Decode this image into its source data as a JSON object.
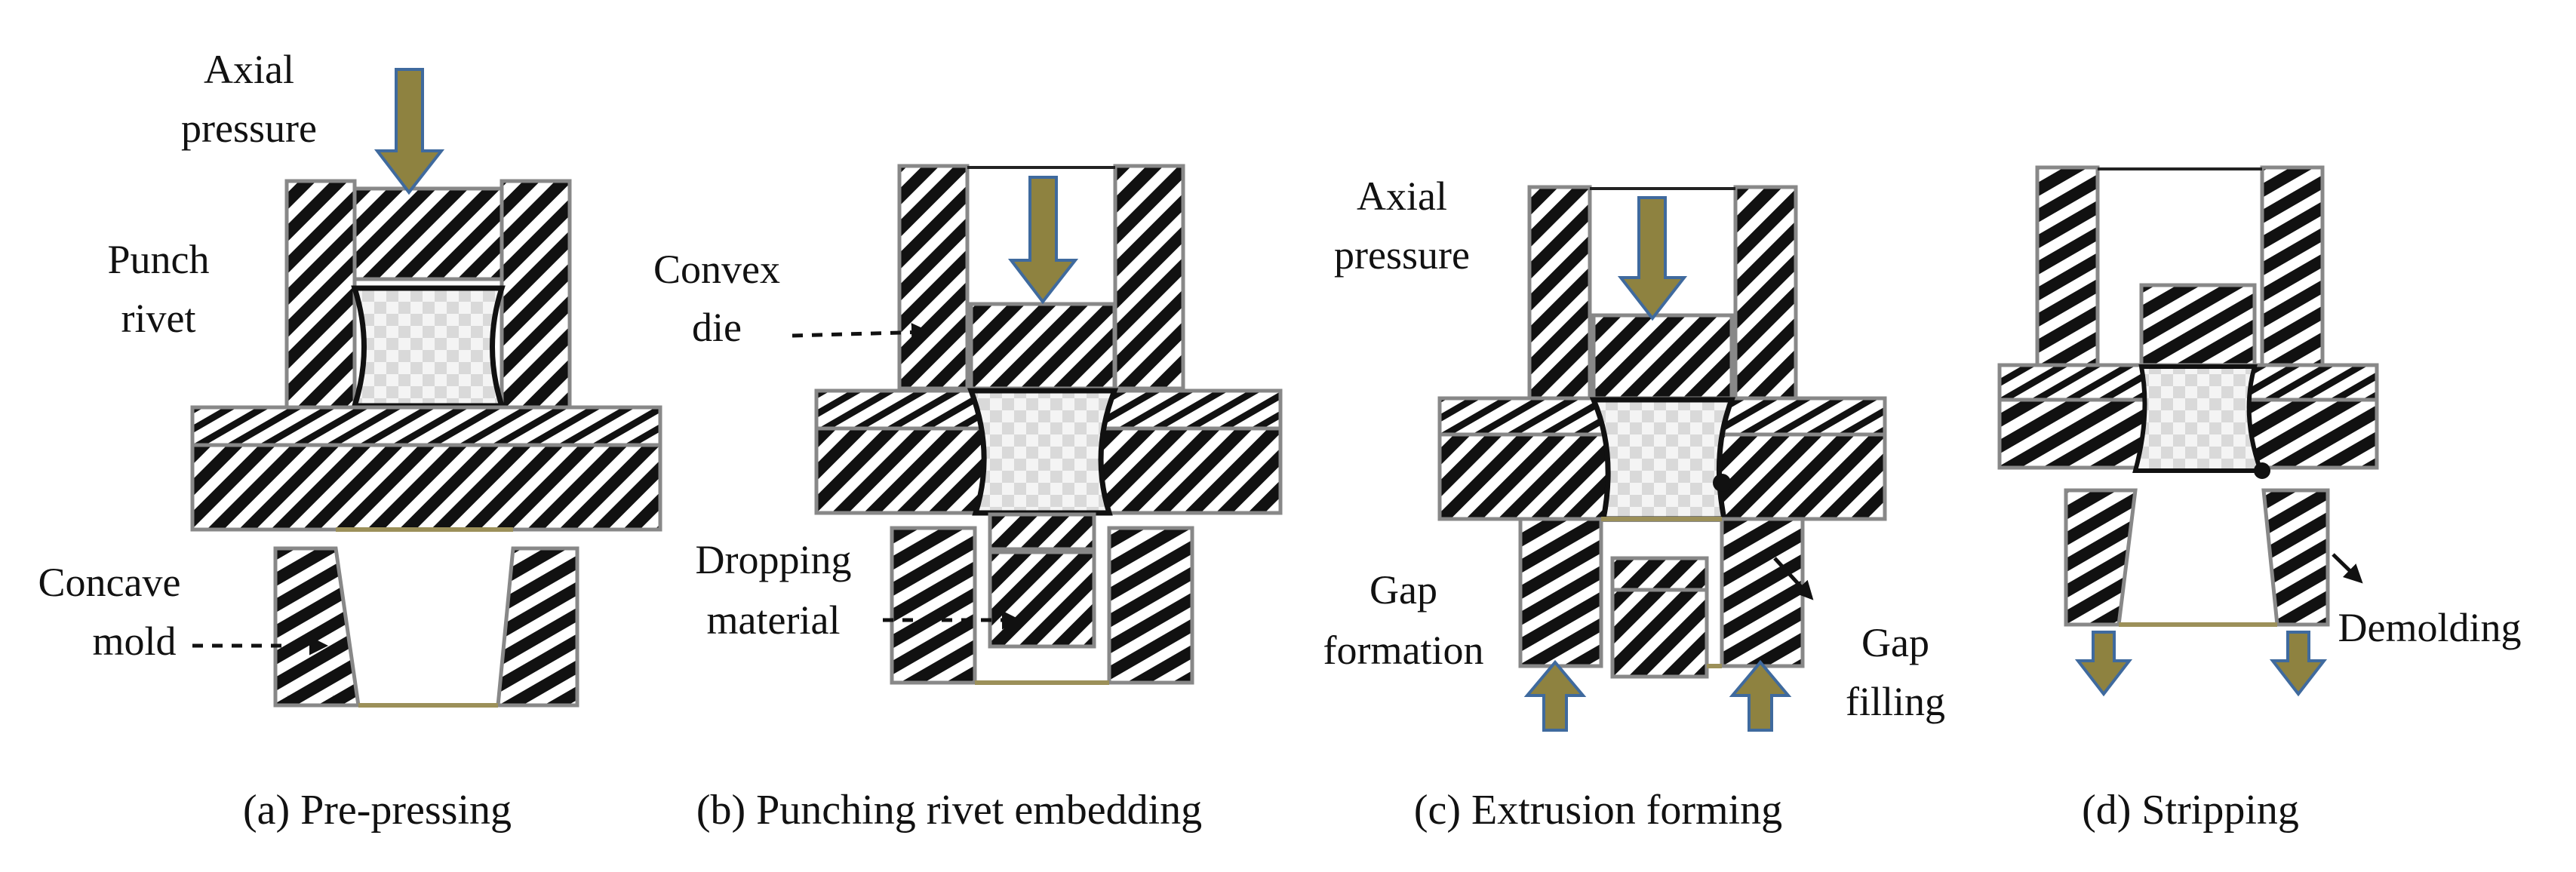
{
  "colors": {
    "arrow_fill": "#8e8240",
    "arrow_stroke": "#3f6a9e",
    "hatch": "#111111",
    "checker": "#d9d9d9",
    "gap_line": "#9c9059"
  },
  "icons": [
    "down-arrow-icon",
    "up-arrow-icon"
  ],
  "panels": [
    {
      "caption": "(a) Pre-pressing",
      "labels": {
        "axial_l1": "Axial",
        "axial_l2": "pressure",
        "punch_l1": "Punch",
        "punch_l2": "rivet",
        "concave_l1": "Concave",
        "concave_l2": "mold"
      }
    },
    {
      "caption": "(b) Punching rivet embedding",
      "labels": {
        "convex_l1": "Convex",
        "convex_l2": "die",
        "drop_l1": "Dropping",
        "drop_l2": "material"
      }
    },
    {
      "caption": "(c) Extrusion forming",
      "labels": {
        "axial_l1": "Axial",
        "axial_l2": "pressure",
        "gapf_l1": "Gap",
        "gapf_l2": "formation",
        "gapfill_l1": "Gap",
        "gapfill_l2": "filling"
      }
    },
    {
      "caption": "(d) Stripping",
      "labels": {
        "demold": "Demolding"
      }
    }
  ]
}
